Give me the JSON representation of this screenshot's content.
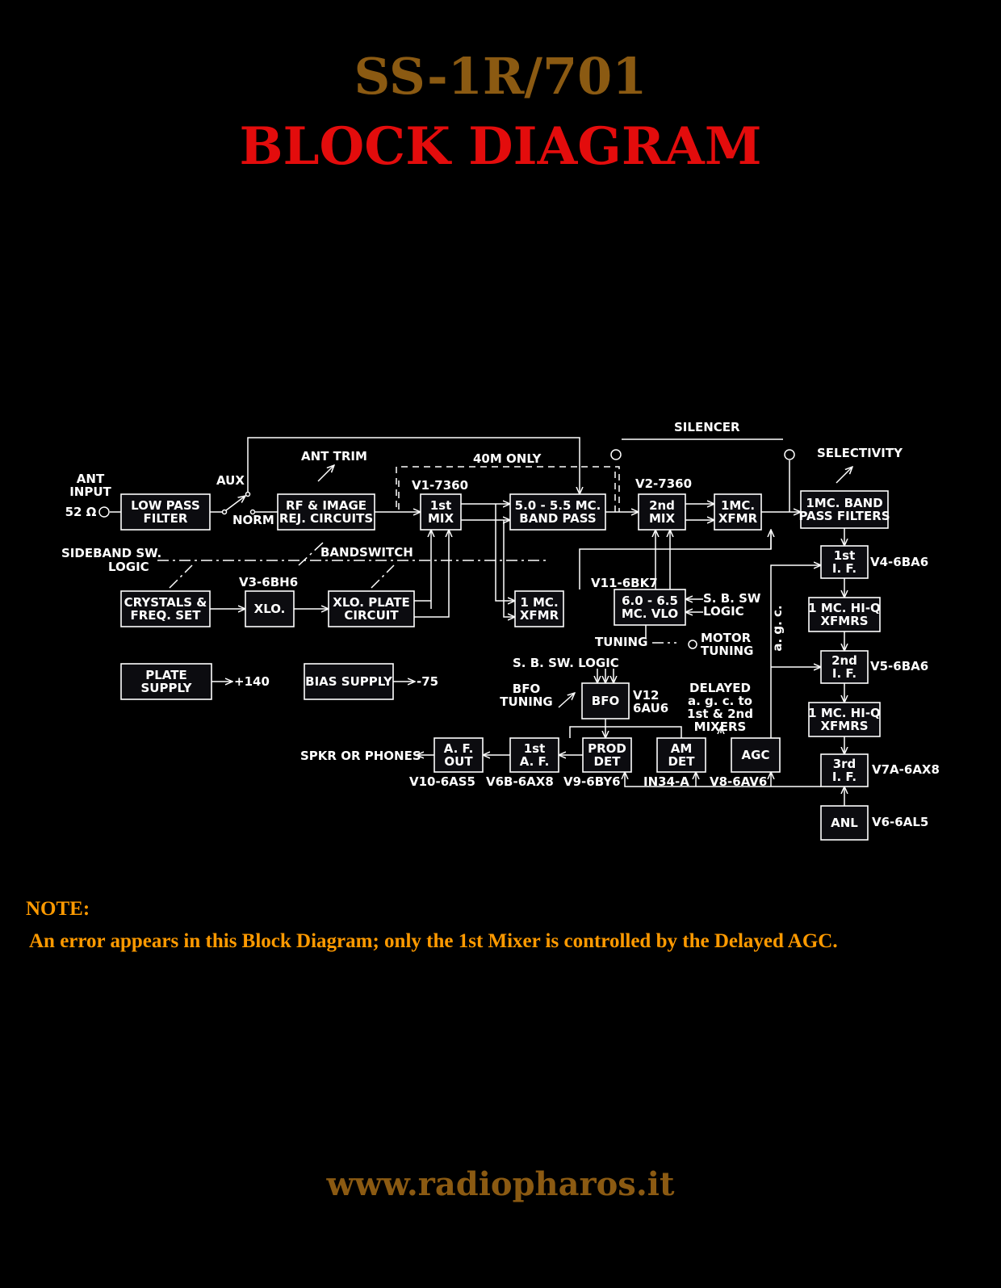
{
  "header": {
    "model": "SS-1R/701",
    "title": "BLOCK DIAGRAM"
  },
  "blocks": {
    "low_pass": [
      "LOW PASS",
      "FILTER"
    ],
    "rf_image": [
      "RF & IMAGE",
      "REJ. CIRCUITS"
    ],
    "mix1": [
      "1st",
      "MIX"
    ],
    "bandpass": [
      "5.0 - 5.5 MC.",
      "BAND PASS"
    ],
    "mix2": [
      "2nd",
      "MIX"
    ],
    "xfmr_top": [
      "1MC.",
      "XFMR"
    ],
    "if_filters": [
      "1MC. BAND",
      "PASS FILTERS"
    ],
    "crystals": [
      "CRYSTALS &",
      "FREQ. SET"
    ],
    "xlo": [
      "XLO."
    ],
    "xlo_plate": [
      "XLO. PLATE",
      "CIRCUIT"
    ],
    "xfmr_mid": [
      "1 MC.",
      "XFMR"
    ],
    "vlo": [
      "6.0 - 6.5",
      "MC. VLO"
    ],
    "if1": [
      "1st",
      "I. F."
    ],
    "hiq1": [
      "1 MC. HI-Q",
      "XFMRS"
    ],
    "if2": [
      "2nd",
      "I. F."
    ],
    "hiq2": [
      "1 MC. HI-Q",
      "XFMRS"
    ],
    "if3": [
      "3rd",
      "I. F."
    ],
    "anl": [
      "ANL"
    ],
    "plate_supply": [
      "PLATE",
      "SUPPLY"
    ],
    "bias_supply": [
      "BIAS SUPPLY"
    ],
    "bfo": [
      "BFO"
    ],
    "af_out": [
      "A. F.",
      "OUT"
    ],
    "af1": [
      "1st",
      "A. F."
    ],
    "prod_det": [
      "PROD",
      "DET"
    ],
    "am_det": [
      "AM",
      "DET"
    ],
    "agc": [
      "AGC"
    ]
  },
  "labels": {
    "ant_input": [
      "ANT",
      "INPUT",
      "52 Ω"
    ],
    "aux": "AUX",
    "norm": "NORM",
    "ant_trim": "ANT TRIM",
    "forty_m": "40M ONLY",
    "v1": "V1-7360",
    "v2": "V2-7360",
    "silencer": "SILENCER",
    "selectivity": "SELECTIVITY",
    "sideband_sw": [
      "SIDEBAND SW.",
      "LOGIC"
    ],
    "bandswitch": "BANDSWITCH",
    "v3": "V3-6BH6",
    "v11": "V11-6BK7",
    "sb_sw_logic_vlo": [
      "S. B. SW",
      "LOGIC"
    ],
    "tuning": "TUNING",
    "motor_tuning": [
      "MOTOR",
      "TUNING"
    ],
    "agc_vertical": "a. g. c.",
    "v4": "V4-6BA6",
    "v5": "V5-6BA6",
    "v7a": "V7A-6AX8",
    "v6": "V6-6AL5",
    "plus140": "+140",
    "minus75": "-75",
    "sb_sw_logic_bfo": "S. B. SW. LOGIC",
    "bfo_tuning": [
      "BFO",
      "TUNING"
    ],
    "v12": [
      "V12",
      "6AU6"
    ],
    "delayed_agc": [
      "DELAYED",
      "a. g. c. to",
      "1st & 2nd",
      "MIXERS"
    ],
    "spkr": "SPKR OR PHONES",
    "v10": "V10-6AS5",
    "v6b": "V6B-6AX8",
    "v9": "V9-6BY6",
    "in34": "IN34-A",
    "v8": "V8-6AV6"
  },
  "footer": {
    "note_heading": "NOTE:",
    "note_text": "An error appears in this Block Diagram; only the 1st Mixer is controlled by the Delayed AGC.",
    "url": "www.radiopharos.it"
  }
}
